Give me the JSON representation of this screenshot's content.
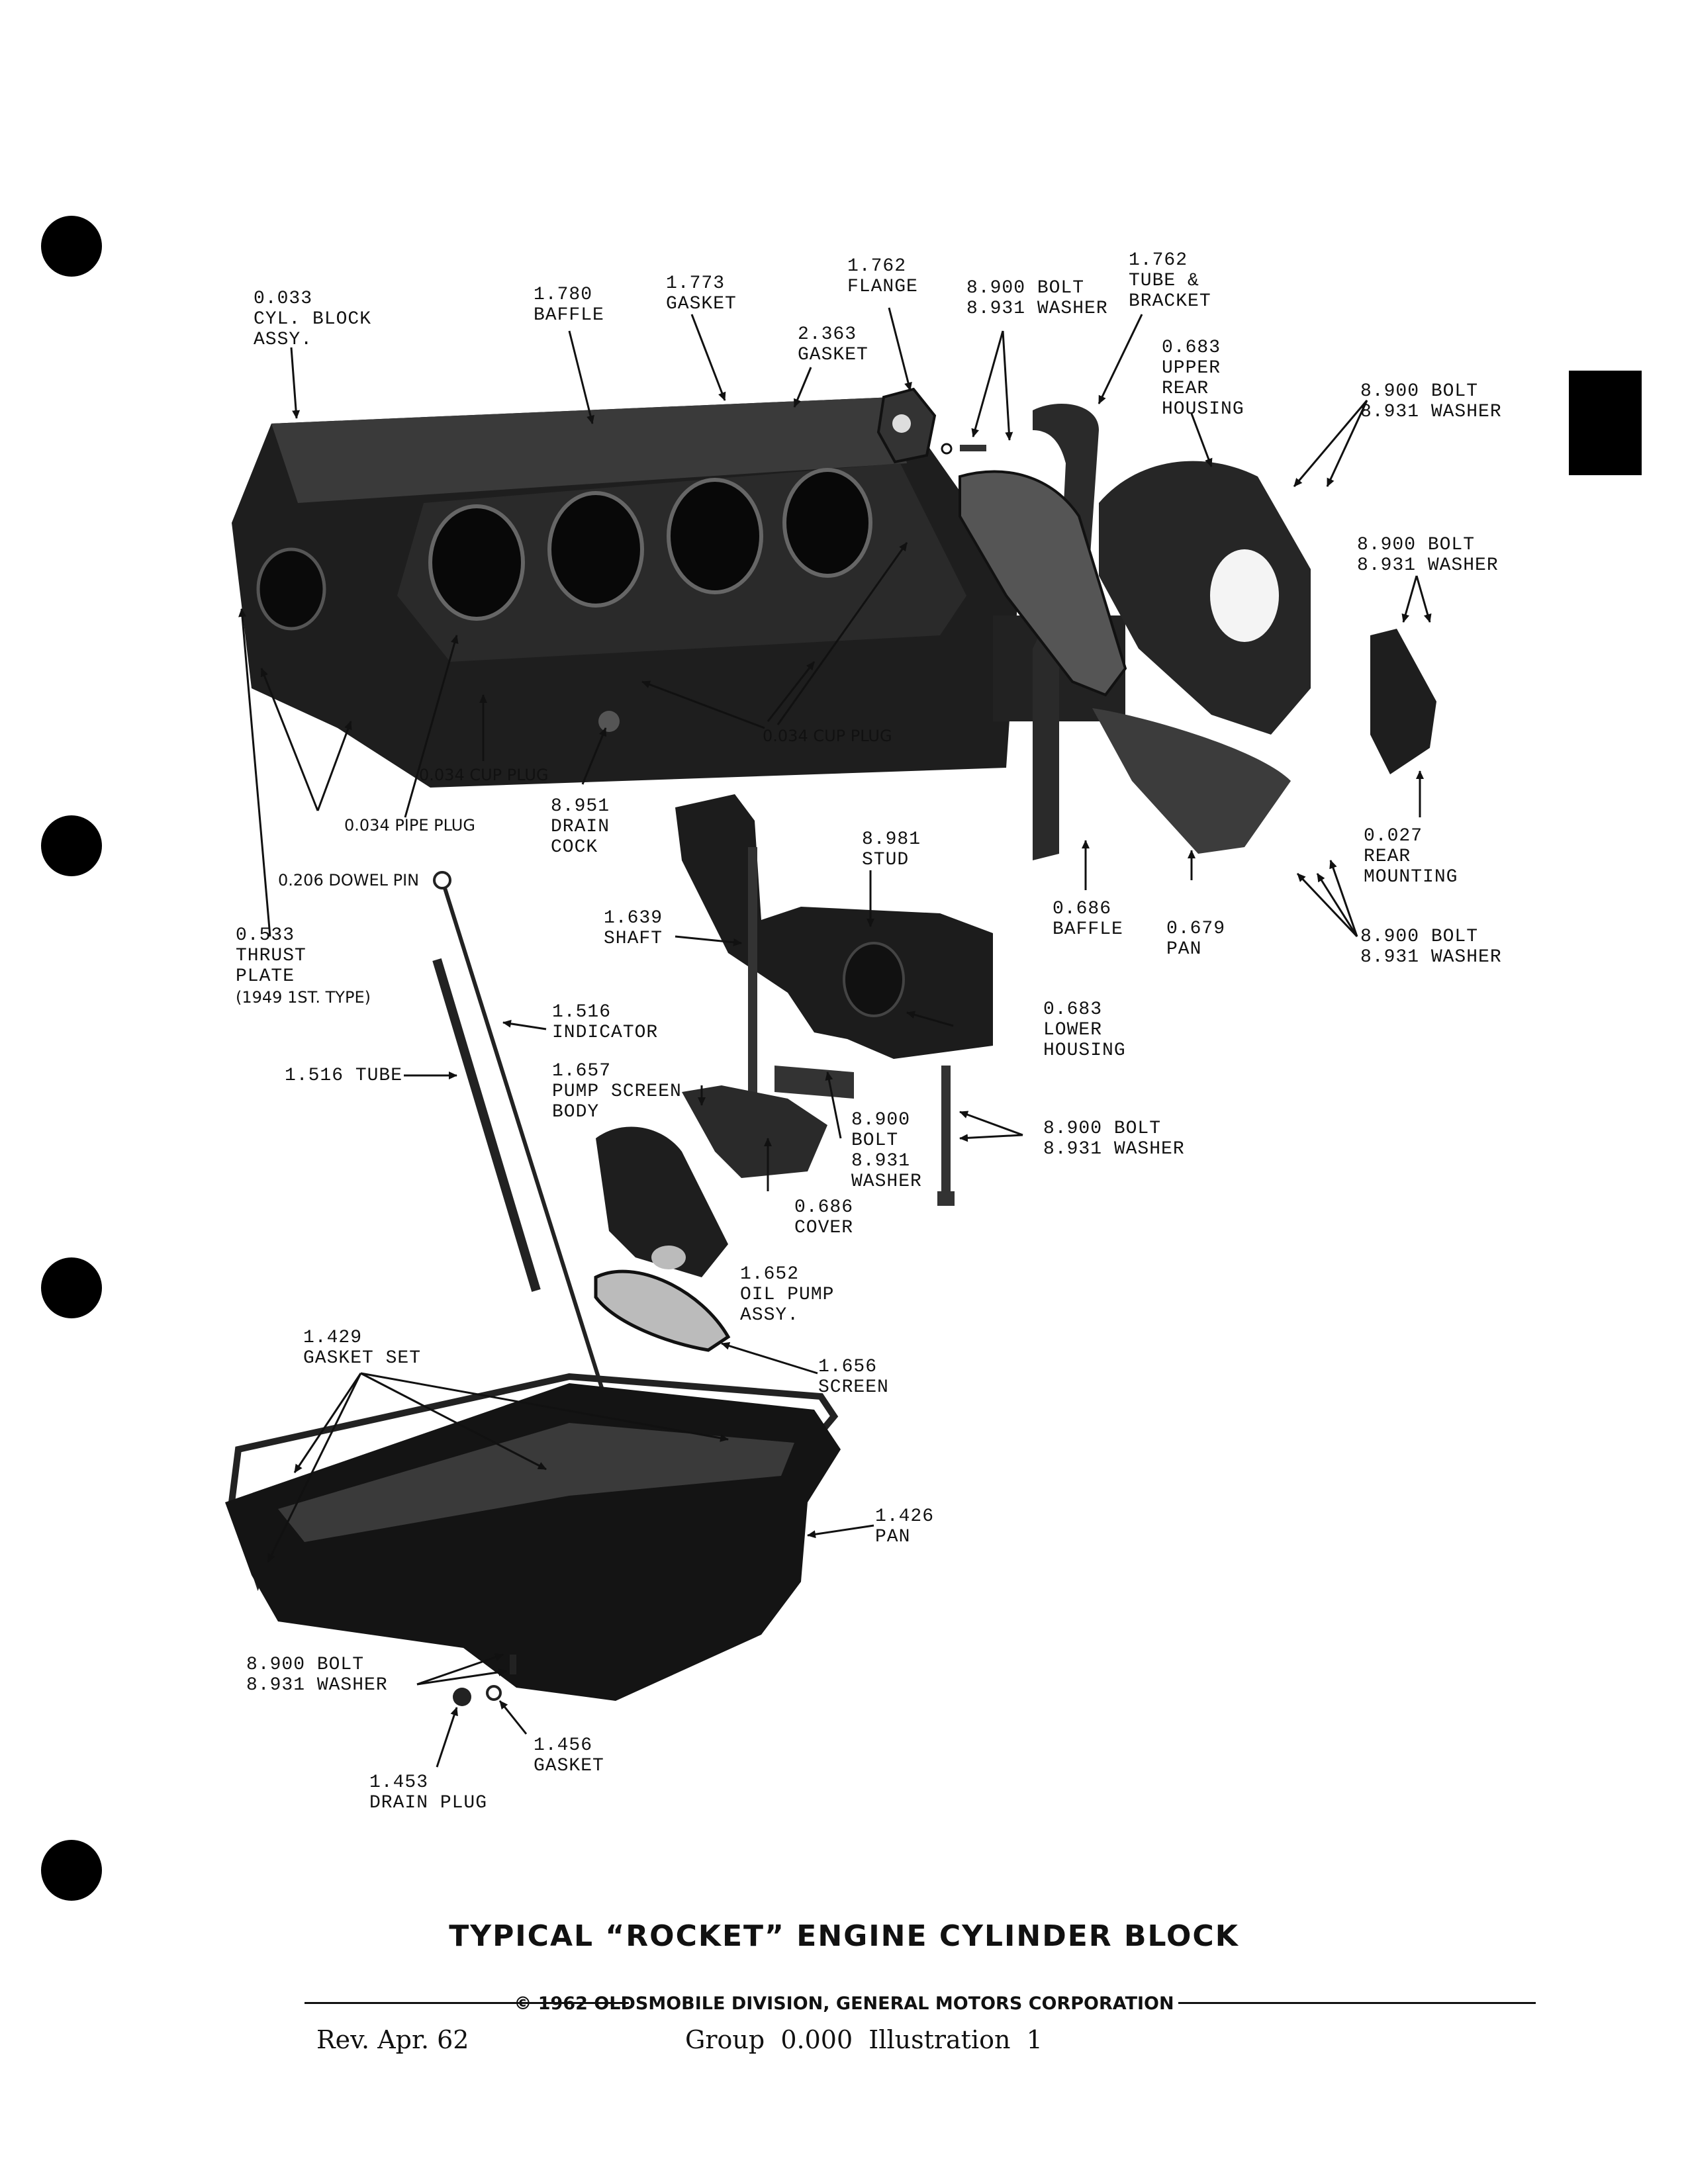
{
  "title": "TYPICAL “ROCKET” ENGINE CYLINDER BLOCK",
  "copyright": "© 1962 OLDSMOBILE DIVISION, GENERAL MOTORS CORPORATION",
  "footer": {
    "rev": "Rev. Apr. 62",
    "group": "Group  0.000  Illustration  1"
  },
  "callouts": {
    "cyl_block": "0.033\nCYL. BLOCK\nASSY.",
    "baffle_1780": "1.780\nBAFFLE",
    "gasket_1773": "1.773\nGASKET",
    "gasket_2363": "2.363\nGASKET",
    "flange": "1.762\nFLANGE",
    "bolt_washer_top": "8.900 BOLT\n8.931 WASHER",
    "tube_bracket": "1.762\nTUBE &\nBRACKET",
    "upper_rear_housing": "0.683\nUPPER\nREAR\nHOUSING",
    "bolt_washer_right": "8.900 BOLT\n8.931 WASHER",
    "bolt_washer_mount": "8.900 BOLT\n8.931 WASHER",
    "cup_plug_right": "0.034 CUP PLUG",
    "cup_plug_left": "0.034 CUP PLUG",
    "drain_cock": "8.951\nDRAIN\nCOCK",
    "pipe_plug": "0.034 PIPE PLUG",
    "dowel_pin": "0.206 DOWEL PIN",
    "thrust_plate": "0.533\nTHRUST\nPLATE",
    "thrust_note": "(1949 1ST. TYPE)",
    "stud": "8.981\nSTUD",
    "shaft": "1.639\nSHAFT",
    "indicator": "1.516\nINDICATOR",
    "tube_1516": "1.516 TUBE",
    "pump_screen_body": "1.657\nPUMP SCREEN\nBODY",
    "bolt_washer_pump": "8.900\nBOLT\n8.931\nWASHER",
    "cover": "0.686\nCOVER",
    "lower_housing": "0.683\nLOWER\nHOUSING",
    "bolt_washer_lower": "8.900 BOLT\n8.931 WASHER",
    "baffle_0686": "0.686\nBAFFLE",
    "pan_0679": "0.679\nPAN",
    "rear_mounting": "0.027\nREAR\nMOUNTING",
    "bolt_washer_mount_low": "8.900 BOLT\n8.931 WASHER",
    "oil_pump": "1.652\nOIL PUMP\nASSY.",
    "gasket_set": "1.429\nGASKET SET",
    "screen": "1.656\nSCREEN",
    "pan_1426": "1.426\nPAN",
    "bolt_washer_pan": "8.900 BOLT\n8.931 WASHER",
    "gasket_1456": "1.456\nGASKET",
    "drain_plug": "1.453\nDRAIN PLUG"
  }
}
